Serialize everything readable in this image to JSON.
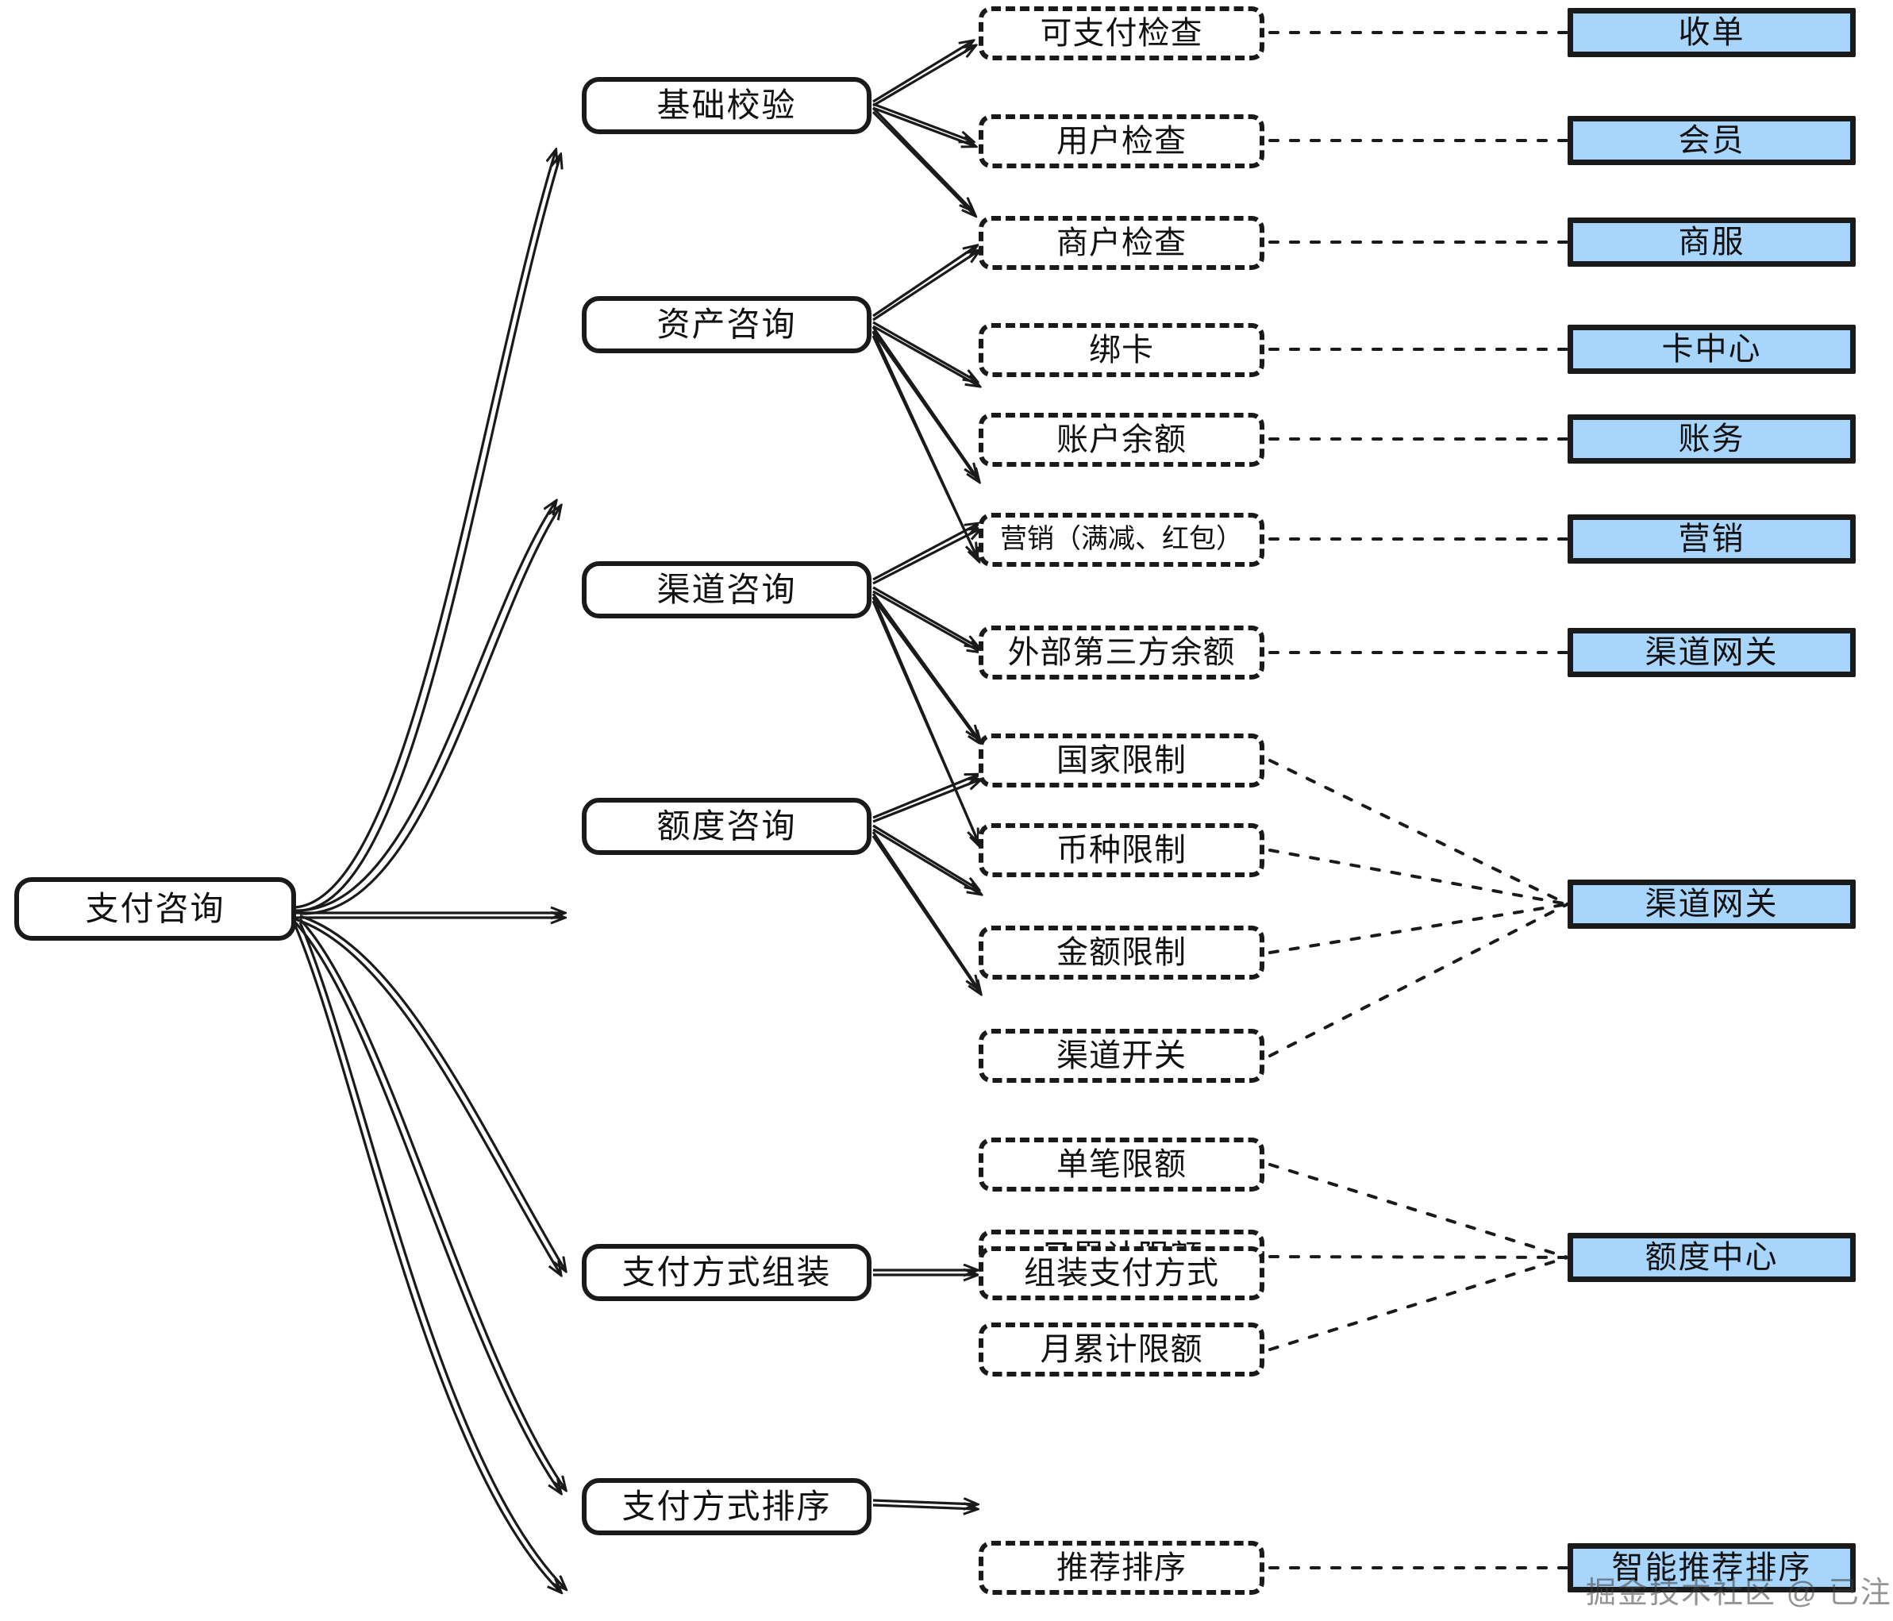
{
  "diagram": {
    "type": "mind-map",
    "title": "支付咨询",
    "palette": {
      "service_fill": "#a8d5fb",
      "stroke": "#1a1a1a",
      "background": "#ffffff"
    },
    "root": {
      "label": "支付咨询"
    },
    "branches": [
      {
        "label": "基础校验",
        "leaves": [
          {
            "label": "可支付检查",
            "service": "收单"
          },
          {
            "label": "用户检查",
            "service": "会员"
          },
          {
            "label": "商户检查",
            "service": "商服"
          }
        ]
      },
      {
        "label": "资产咨询",
        "leaves": [
          {
            "label": "绑卡",
            "service": "卡中心"
          },
          {
            "label": "账户余额",
            "service": "账务"
          },
          {
            "label": "营销（满减、红包）",
            "service": "营销"
          },
          {
            "label": "外部第三方余额",
            "service": "渠道网关"
          }
        ]
      },
      {
        "label": "渠道咨询",
        "shared_service": "渠道网关",
        "leaves": [
          {
            "label": "国家限制"
          },
          {
            "label": "币种限制"
          },
          {
            "label": "金额限制"
          },
          {
            "label": "渠道开关"
          }
        ]
      },
      {
        "label": "额度咨询",
        "shared_service": "额度中心",
        "leaves": [
          {
            "label": "单笔限额"
          },
          {
            "label": "日累计限额"
          },
          {
            "label": "月累计限额"
          }
        ]
      },
      {
        "label": "支付方式组装",
        "leaves": [
          {
            "label": "组装支付方式"
          }
        ]
      },
      {
        "label": "支付方式排序",
        "leaves": [
          {
            "label": "推荐排序",
            "service": "智能推荐排序"
          }
        ]
      }
    ],
    "services_column": [
      {
        "label": "收单"
      },
      {
        "label": "会员"
      },
      {
        "label": "商服"
      },
      {
        "label": "卡中心"
      },
      {
        "label": "账务"
      },
      {
        "label": "营销"
      },
      {
        "label": "渠道网关"
      },
      {
        "label": "渠道网关"
      },
      {
        "label": "额度中心"
      },
      {
        "label": "智能推荐排序"
      }
    ],
    "watermark": "掘金技术社区 @ 已注销"
  }
}
